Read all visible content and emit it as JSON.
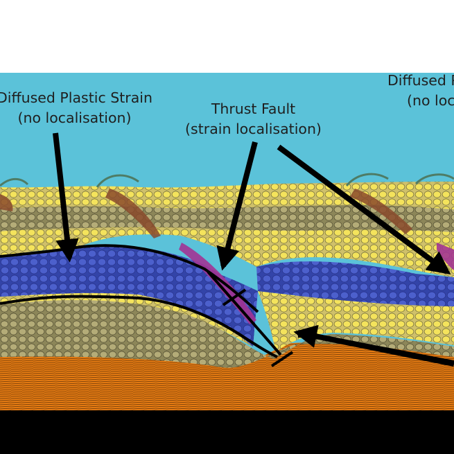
{
  "figure": {
    "labels": {
      "diffused_left": {
        "line1": "Diffused Plastic Strain",
        "line2": "(no localisation)"
      },
      "thrust_fault": {
        "line1": "Thrust Fault",
        "line2": "(strain localisation)"
      },
      "diffused_right": {
        "line1": "Diffused P",
        "line2": "(no loc"
      }
    },
    "colors": {
      "sky": "#5bc2d9",
      "yellow_beads": "#f4e35c",
      "olive_beads": "#a79f6b",
      "blue_beads": "#3d4fc0",
      "orange_basement": "#f28a1c",
      "strain_brown": "#8a4a2c",
      "strain_magenta": "#a23494",
      "base": "#000000"
    }
  }
}
